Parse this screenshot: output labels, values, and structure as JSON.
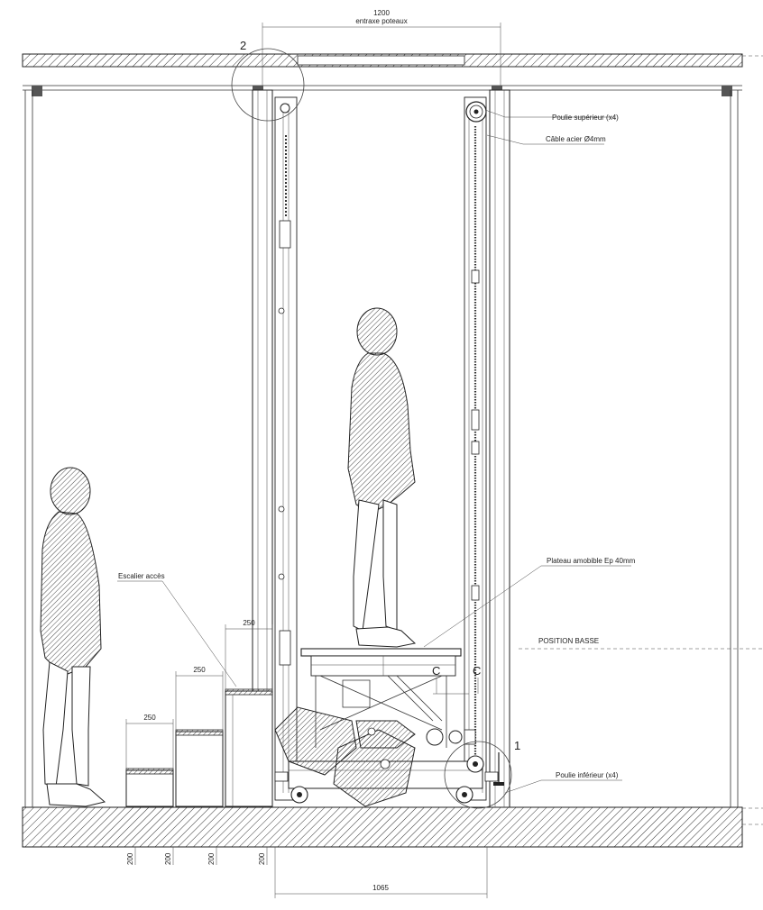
{
  "dimensions": {
    "top_value": "1200",
    "top_caption": "entraxe poteaux",
    "bottom_value": "1065",
    "step_width_1": "250",
    "step_width_2": "250",
    "step_width_3": "250",
    "riser_1": "200",
    "riser_2": "200",
    "riser_3": "200",
    "riser_4": "200"
  },
  "callouts": {
    "detail_2": "2",
    "detail_1": "1",
    "section_mark_1": "C",
    "section_mark_2": "C"
  },
  "labels": {
    "top_pulley": "Poulie supérieur (x4)",
    "cable": "Câble acier Ø4mm",
    "platform": "Plateau amobible Ep 40mm",
    "low_position": "POSITION BASSE",
    "access_stair": "Escalier accès",
    "bottom_pulley": "Poulie inférieur (x4)"
  },
  "colors": {
    "ink": "#222222",
    "paper": "#ffffff"
  }
}
